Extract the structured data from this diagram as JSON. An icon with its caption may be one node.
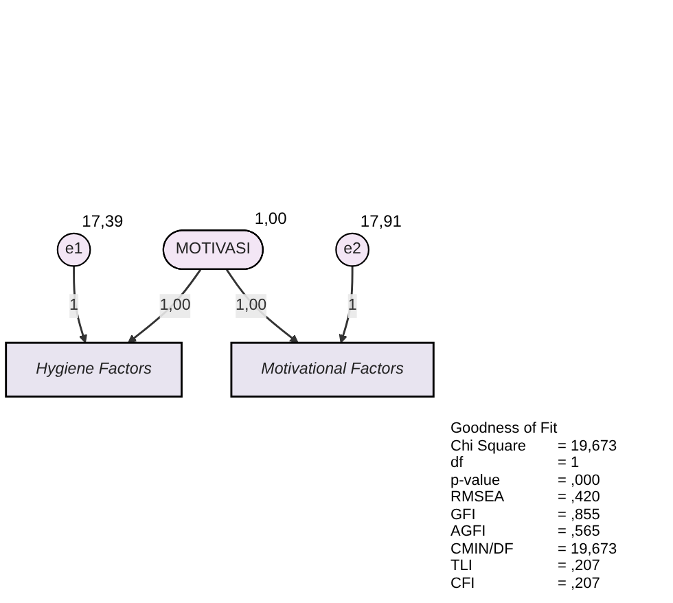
{
  "diagram": {
    "nodes": [
      {
        "text": [
          "MOTIVASI"
        ],
        "beside": [
          "1,00"
        ]
      },
      {
        "text": [
          "Hygiene Factors"
        ]
      },
      {
        "text": [
          "Motivational Factors"
        ]
      },
      {
        "text": [
          "e1"
        ],
        "beside": [
          "17,39"
        ]
      },
      {
        "text": [
          "e2"
        ],
        "beside": [
          "17,91"
        ]
      }
    ],
    "edges": [
      {
        "from": 0,
        "to": 1,
        "arrow": "to",
        "label": "1,00"
      },
      {
        "from": 0,
        "to": 2,
        "arrow": "to",
        "label": "1,00"
      },
      {
        "from": 3,
        "to": 1,
        "arrow": "to",
        "label": "1"
      },
      {
        "from": 4,
        "to": 2,
        "arrow": "to",
        "label": "1"
      }
    ],
    "labels": [
      "Goodness of Fit",
      "Chi Square",
      "= 19,673",
      "df",
      "= 1",
      "p-value",
      "= ,000",
      "RMSEA",
      "= ,420",
      "GFI",
      "= ,855",
      "AGFI",
      "= ,565",
      "CMIN/DF",
      "= 19,673",
      "TLI",
      "= ,207",
      "CFI",
      "= ,207"
    ]
  }
}
